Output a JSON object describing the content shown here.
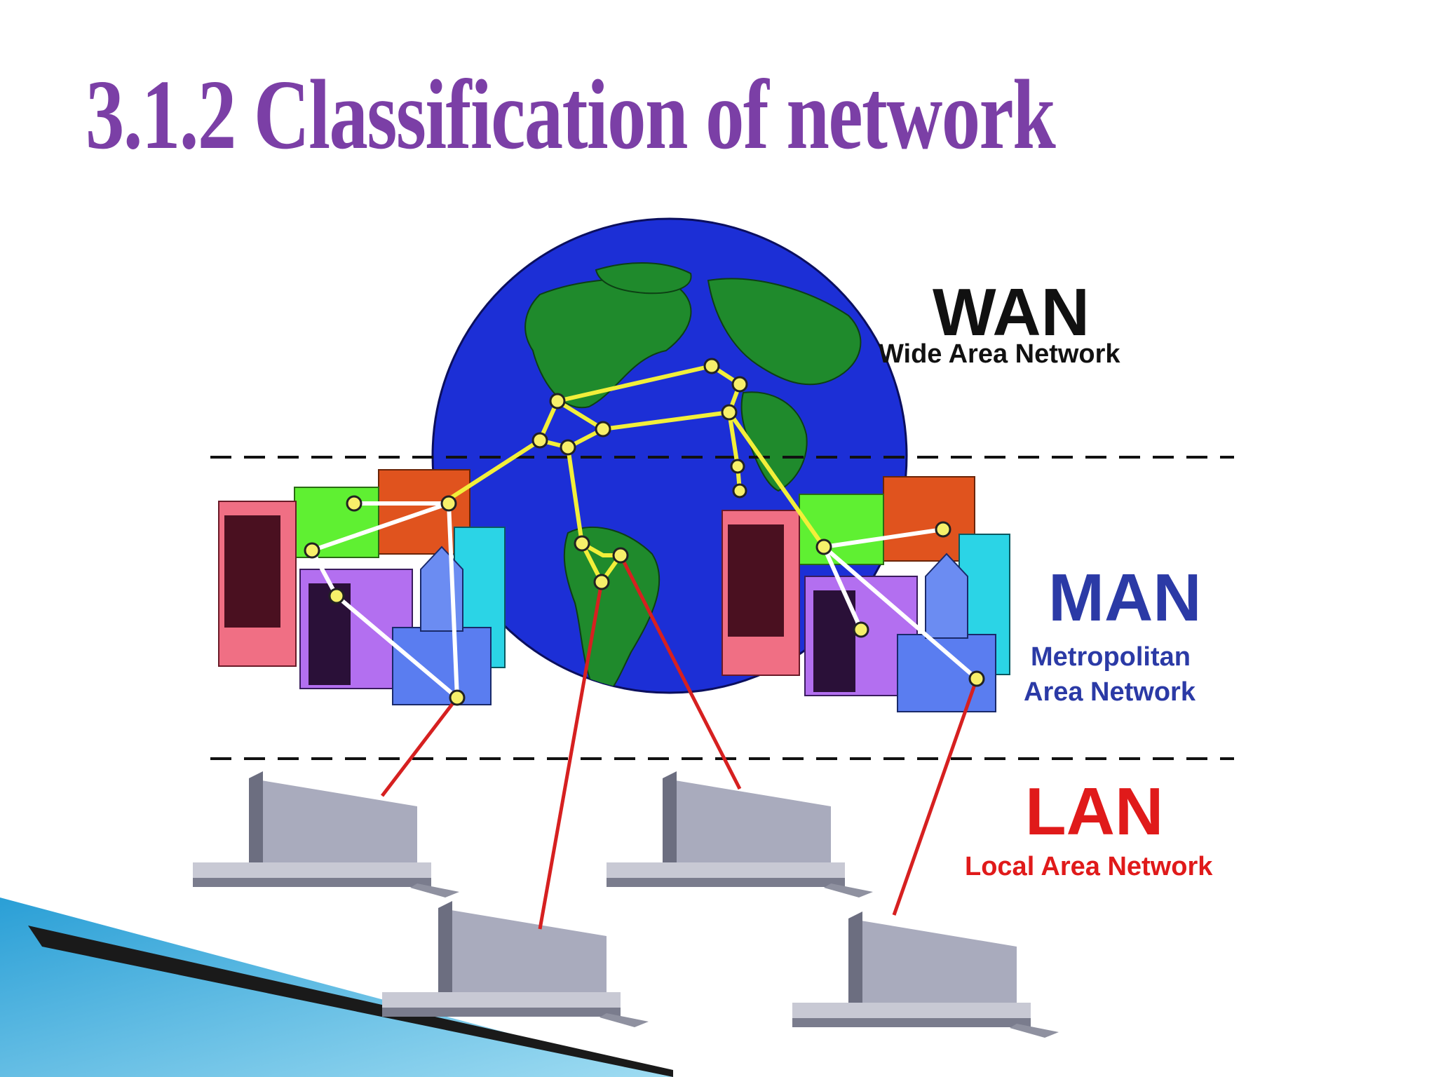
{
  "slide": {
    "title": "3.1.2 Classification of network",
    "title_color": "#7b3fa6"
  },
  "labels": {
    "wan": {
      "abbr": "WAN",
      "full": "Wide Area Network",
      "color": "#111111"
    },
    "man": {
      "abbr": "MAN",
      "line1": "Metropolitan",
      "line2": "Area Network",
      "color": "#2b3aa6"
    },
    "lan": {
      "abbr": "LAN",
      "full": "Local Area Network",
      "color": "#e01a1a"
    }
  },
  "colors": {
    "ocean": "#1c2fd6",
    "land": "#1f8a2c",
    "wan_link": "#f2ef3a",
    "man_link": "#ffffff",
    "lan_link": "#d62020",
    "divider": "#111111"
  },
  "icons": {
    "globe": "globe-icon",
    "city": "city-buildings-icon",
    "office": "office-building-icon"
  }
}
